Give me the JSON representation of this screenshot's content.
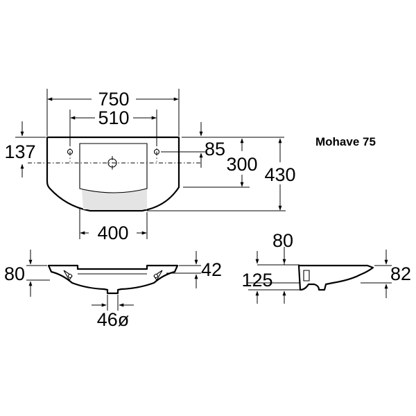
{
  "title": "Mohave 75",
  "dimensions": {
    "overall_width": "750",
    "tap_hole_spacing": "510",
    "bowl_width": "400",
    "rim_to_tap_axis": "137",
    "tap_hole_offset": "85",
    "bowl_depth": "300",
    "overall_depth": "430",
    "front_height": "80",
    "side_rim_height": "42",
    "drain_diameter": "46ø",
    "side_top_width": "80",
    "side_total_height": "125",
    "side_front_height": "82"
  }
}
